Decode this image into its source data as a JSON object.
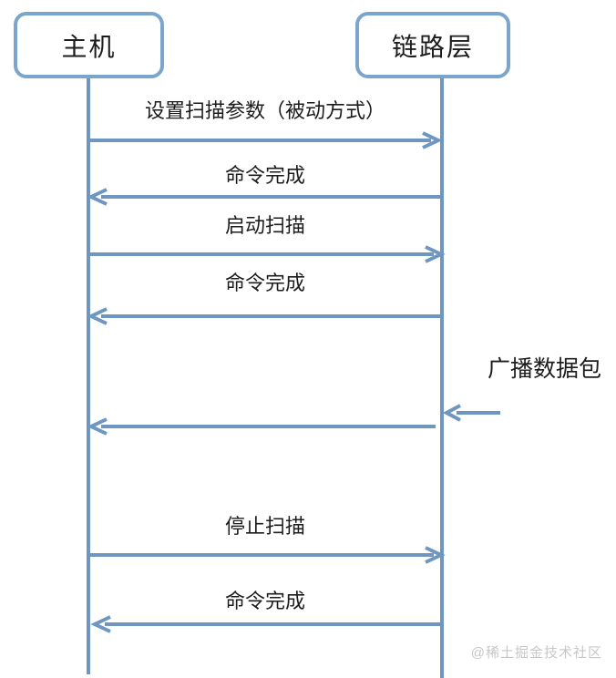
{
  "diagram": {
    "type": "sequence",
    "actors": [
      {
        "name": "主机"
      },
      {
        "name": "链路层"
      }
    ],
    "messages": [
      {
        "label": "设置扫描参数（被动方式）",
        "direction": "right"
      },
      {
        "label": "命令完成",
        "direction": "left"
      },
      {
        "label": "启动扫描",
        "direction": "right"
      },
      {
        "label": "命令完成",
        "direction": "left"
      },
      {
        "label": "广播数据包",
        "direction": "left",
        "external": true
      },
      {
        "label": "停止扫描",
        "direction": "right"
      },
      {
        "label": "命令完成",
        "direction": "left"
      }
    ]
  },
  "watermark": {
    "text": "@稀土掘金技术社区"
  },
  "colors": {
    "arrow_line": "#6f96c1",
    "box_border": "#7ba5cd",
    "text": "#1c1c1c",
    "watermark": "#c7c7c7",
    "background": "#ffffff"
  }
}
